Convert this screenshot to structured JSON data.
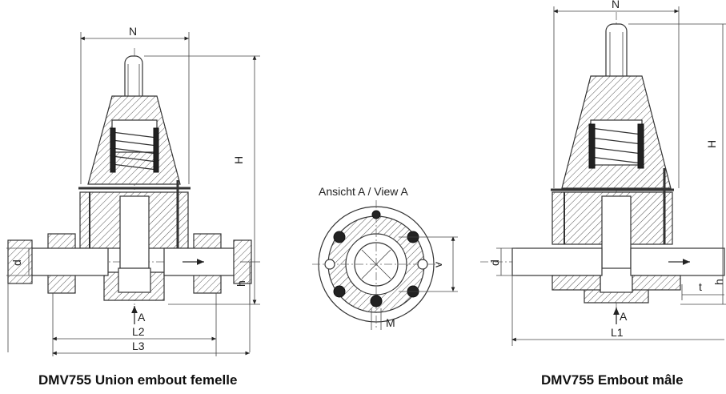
{
  "left_drawing": {
    "dims": {
      "n": "N",
      "h_total": "H",
      "d": "d",
      "h": "h",
      "l2": "L2",
      "l3": "L3",
      "a": "A"
    },
    "caption": "DMV755 Union embout femelle"
  },
  "center_view": {
    "title": "Ansicht A / View A",
    "dims": {
      "v": "v",
      "m": "M"
    }
  },
  "right_drawing": {
    "dims": {
      "n": "N",
      "h_total": "H",
      "d": "d",
      "h": "h",
      "t": "t",
      "l1": "L1",
      "a": "A"
    },
    "caption": "DMV755 Embout mâle"
  }
}
